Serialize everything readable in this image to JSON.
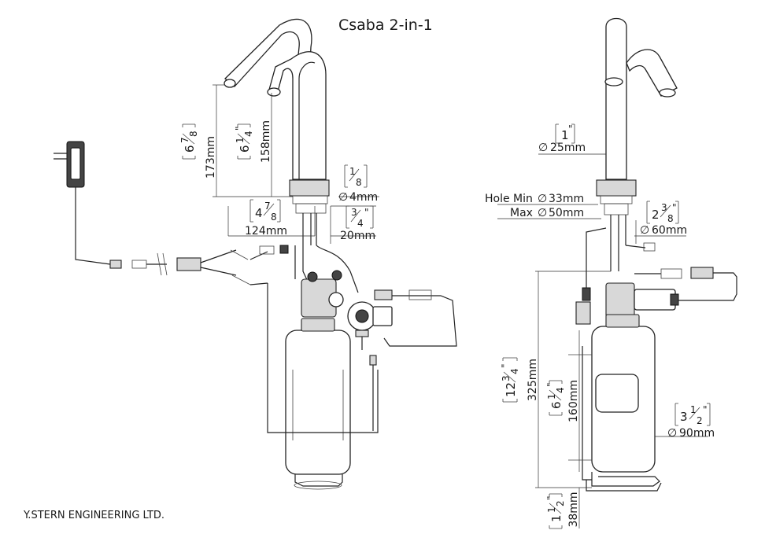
{
  "title": "Csaba 2-in-1",
  "company": "Y.STERN ENGINEERING LTD.",
  "dimensions": {
    "spout_height_high": {
      "mm": "173mm",
      "whole": "6",
      "num": "7",
      "den": "8"
    },
    "spout_height_low": {
      "mm": "158mm",
      "whole": "6",
      "num": "1",
      "den": "4"
    },
    "spout_reach": {
      "mm": "124mm",
      "whole": "4",
      "num": "7",
      "den": "8"
    },
    "outlet_diameter": {
      "mm": "4mm",
      "whole": "",
      "num": "1",
      "den": "8",
      "prefix": "∅"
    },
    "thread_length": {
      "mm": "20mm",
      "whole": "",
      "num": "3",
      "den": "4"
    },
    "tube_diameter": {
      "mm": "25mm",
      "whole": "1",
      "num": "",
      "den": "",
      "prefix": "∅"
    },
    "hole_min": {
      "label": "Hole Min",
      "value": "33mm",
      "prefix": "∅"
    },
    "hole_max": {
      "label": "Max",
      "value": "50mm",
      "prefix": "∅"
    },
    "base_diameter": {
      "mm": "60mm",
      "whole": "2",
      "num": "3",
      "den": "8",
      "prefix": "∅"
    },
    "total_below": {
      "mm": "325mm",
      "whole": "12",
      "num": "3",
      "den": "4"
    },
    "tank_height": {
      "mm": "160mm",
      "whole": "6",
      "num": "1",
      "den": "4"
    },
    "tank_diameter": {
      "mm": "90mm",
      "whole": "3",
      "num": "1",
      "den": "2",
      "prefix": "∅"
    },
    "foot_height": {
      "mm": "38mm",
      "whole": "1",
      "num": "1",
      "den": "2"
    }
  },
  "inch_mark": "\""
}
